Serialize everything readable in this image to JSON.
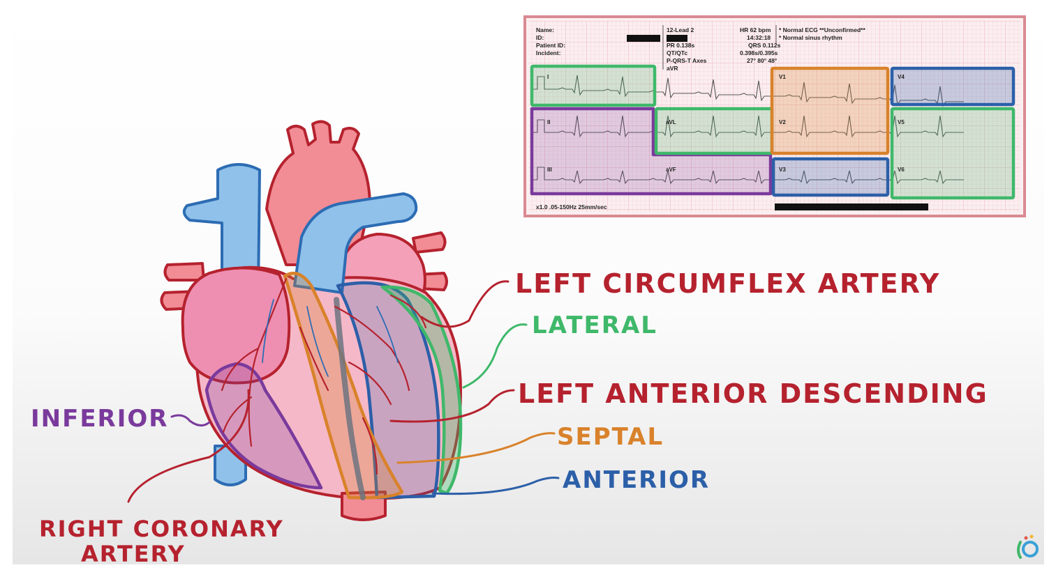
{
  "ecg": {
    "header": {
      "name": "Name:",
      "id": "ID:",
      "patient_id": "Patient ID:",
      "incident": "Incident:",
      "lead_type": "12-Lead 2",
      "pr": "PR 0.138s",
      "qt": "QT/QTc",
      "axes": "P-QRS-T Axes",
      "avr_head": "aVR",
      "hr": "HR 62 bpm",
      "time": "14:32:18",
      "qrs": "QRS 0.112s",
      "qt_values": "0.398s/0.395s",
      "axes_values": "27° 80° 48°",
      "interp1": "* Normal ECG **Unconfirmed**",
      "interp2": "* Normal sinus rhythm"
    },
    "leads": {
      "I": "I",
      "II": "II",
      "III": "III",
      "aVL": "aVL",
      "aVF": "aVF",
      "V1": "V1",
      "V2": "V2",
      "V3": "V3",
      "V4": "V4",
      "V5": "V5",
      "V6": "V6"
    },
    "footer": "x1.0 .05-150Hz 25mm/sec"
  },
  "labels": {
    "lcx": "LEFT CIRCUMFLEX ARTERY",
    "lateral": "LATERAL",
    "lad": "LEFT ANTERIOR DESCENDING",
    "septal": "SEPTAL",
    "anterior": "ANTERIOR",
    "inferior": "INFERIOR",
    "rca1": "RIGHT CORONARY",
    "rca2": "ARTERY"
  },
  "colors": {
    "artery_red": "#b5222e",
    "lateral_green": "#3fb86a",
    "septal_orange": "#d9822b",
    "anterior_blue": "#2c5fa8",
    "inferior_purple": "#7a3a9c",
    "ecg_border": "#d98a92",
    "logo_blue": "#3aa0d8"
  }
}
